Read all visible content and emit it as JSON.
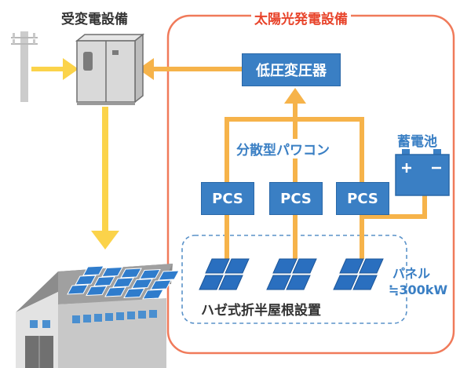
{
  "labels": {
    "receiving_equipment": "受変電設備",
    "solar_facility": "太陽光発電設備",
    "transformer": "低圧変圧器",
    "distributed_pcs": "分散型パワコン",
    "battery": "蓄電池",
    "pcs": [
      "PCS",
      "PCS",
      "PCS"
    ],
    "roof_install": "ハゼ式折半屋根設置",
    "panel": "パネル",
    "panel_capacity": "≒300kW"
  },
  "colors": {
    "facility_border": "#f07a5a",
    "facility_title": "#e8442b",
    "box_blue": "#3a7fc4",
    "box_border": "#2a68a8",
    "label_blue": "#3a7fc4",
    "arrow_yellow": "#fbd34a",
    "arrow_orange": "#f6b34a",
    "dashed_blue": "#5a92c9"
  },
  "icons": {
    "pole": "utility-pole-icon",
    "cubicle": "cubicle-icon",
    "factory": "factory-icon",
    "solar_panel": "solar-panel-icon",
    "battery": "battery-icon"
  }
}
